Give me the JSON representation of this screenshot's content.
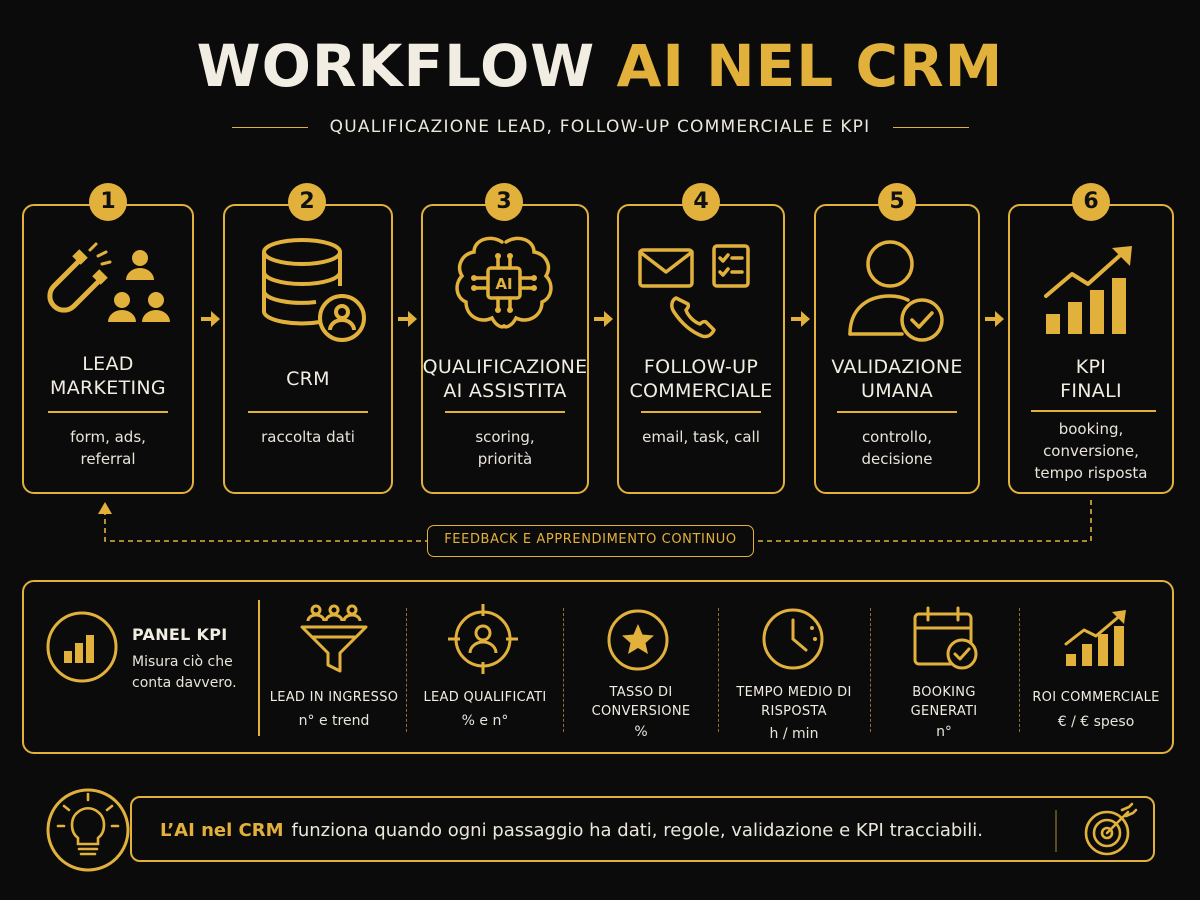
{
  "header": {
    "title_part1": "WORKFLOW",
    "title_part2": "AI NEL CRM",
    "subtitle": "QUALIFICAZIONE LEAD, FOLLOW-UP COMMERCIALE E KPI"
  },
  "steps": [
    {
      "number": "1",
      "title_line1": "LEAD",
      "title_line2": "MARKETING",
      "desc_line1": "form, ads,",
      "desc_line2": "referral",
      "icon": "magnet-users-icon"
    },
    {
      "number": "2",
      "title_line1": "CRM",
      "title_line2": "",
      "desc_line1": "raccolta dati",
      "desc_line2": "",
      "icon": "database-user-icon"
    },
    {
      "number": "3",
      "title_line1": "QUALIFICAZIONE",
      "title_line2": "AI ASSISTITA",
      "desc_line1": "scoring,",
      "desc_line2": "priorità",
      "icon": "ai-brain-icon"
    },
    {
      "number": "4",
      "title_line1": "FOLLOW-UP",
      "title_line2": "COMMERCIALE",
      "desc_line1": "email, task, call",
      "desc_line2": "",
      "icon": "email-task-phone-icon"
    },
    {
      "number": "5",
      "title_line1": "VALIDAZIONE",
      "title_line2": "UMANA",
      "desc_line1": "controllo,",
      "desc_line2": "decisione",
      "icon": "user-check-icon"
    },
    {
      "number": "6",
      "title_line1": "KPI",
      "title_line2": "FINALI",
      "desc_line1": "booking,",
      "desc_line2": "conversione,",
      "desc_line3": "tempo risposta",
      "icon": "growth-chart-icon"
    }
  ],
  "feedback": {
    "label": "FEEDBACK E APPRENDIMENTO CONTINUO"
  },
  "kpi_panel": {
    "title": "PANEL KPI",
    "desc_line1": "Misura ciò che",
    "desc_line2": "conta davvero.",
    "items": [
      {
        "label_line1": "LEAD IN INGRESSO",
        "label_line2": "",
        "value": "n° e trend",
        "icon": "funnel-icon"
      },
      {
        "label_line1": "LEAD QUALIFICATI",
        "label_line2": "",
        "value": "% e n°",
        "icon": "target-user-icon"
      },
      {
        "label_line1": "TASSO DI",
        "label_line2": "CONVERSIONE",
        "value": "%",
        "icon": "star-badge-icon"
      },
      {
        "label_line1": "TEMPO MEDIO DI",
        "label_line2": "RISPOSTA",
        "value": "h / min",
        "icon": "clock-icon"
      },
      {
        "label_line1": "BOOKING",
        "label_line2": "GENERATI",
        "value": "n°",
        "icon": "calendar-check-icon"
      },
      {
        "label_line1": "ROI COMMERCIALE",
        "label_line2": "",
        "value": "€ / € speso",
        "icon": "bar-growth-icon"
      }
    ]
  },
  "bottom": {
    "highlight": "L’AI nel CRM",
    "text": "funziona quando ogni passaggio ha dati, regole, validazione e KPI tracciabili."
  },
  "colors": {
    "accent": "#e2b13c",
    "background": "#0b0b0b",
    "text": "#eae6dc"
  }
}
